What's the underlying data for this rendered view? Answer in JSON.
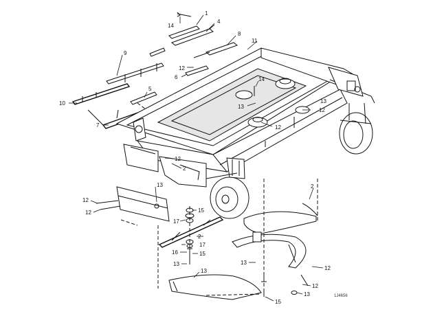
{
  "callouts": {
    "c1": "1",
    "c4": "4",
    "c8": "8",
    "c11": "11",
    "c14a": "14",
    "c9": "9",
    "c5": "5",
    "c10": "10",
    "c7": "7",
    "c12a": "12",
    "c6": "6",
    "c14b": "14",
    "c13a": "13",
    "c13b": "13",
    "c12b": "12",
    "c12c": "12",
    "c12d": "12",
    "c2a": "2",
    "c13c": "13",
    "c12e": "12",
    "c12f": "12",
    "c15a": "15",
    "c17a": "17",
    "c2b": "2",
    "c17b": "17",
    "c16": "16",
    "c15b": "15",
    "c13d": "13",
    "c13e": "13",
    "c13f": "13",
    "c2c": "2",
    "c12g": "12",
    "c12h": "12",
    "c13g": "13",
    "c15c": "15"
  },
  "figure_id": "1J4656",
  "colors": {
    "line": "#111111",
    "background": "#ffffff",
    "shade": "#e6e6e6"
  }
}
